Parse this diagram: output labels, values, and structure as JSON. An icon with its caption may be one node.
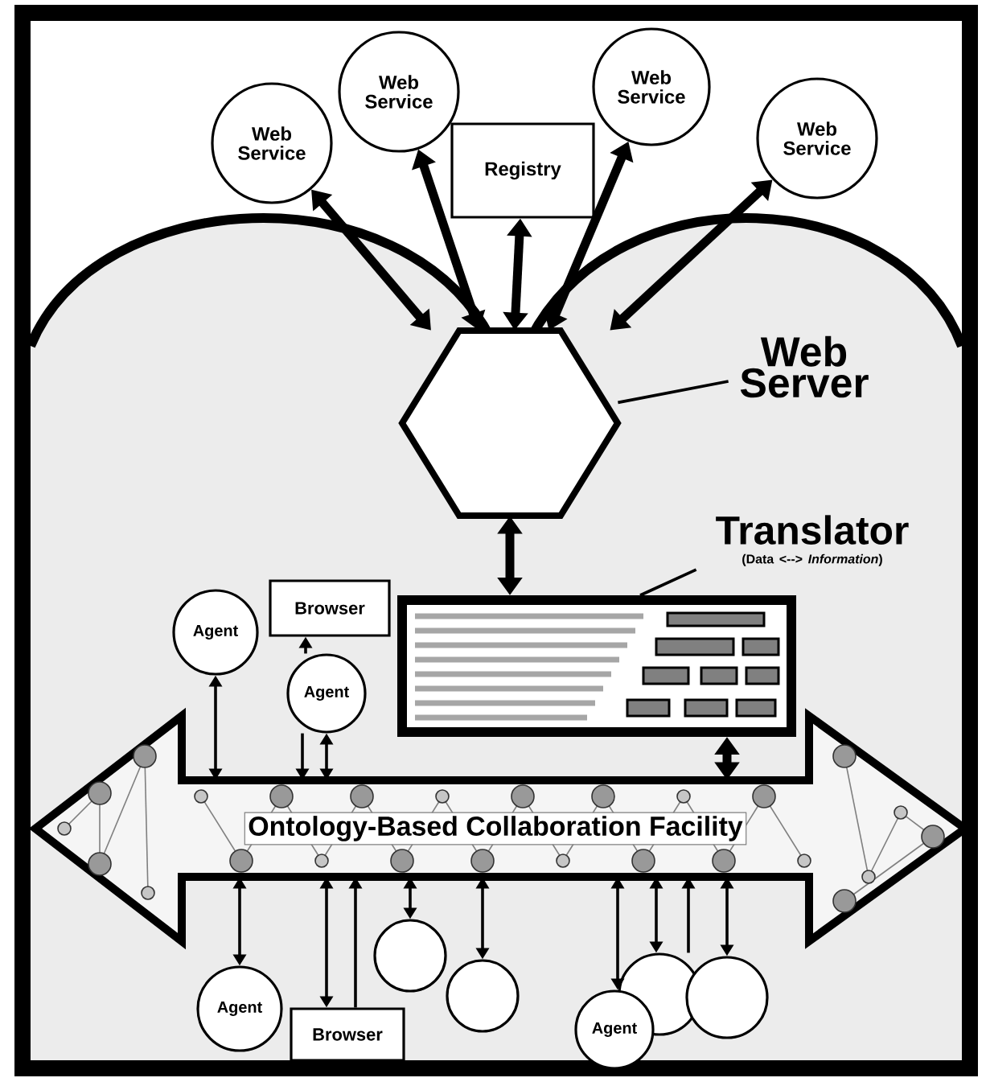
{
  "diagram": {
    "nodes": [
      {
        "text": [
          "Web Service"
        ]
      },
      {
        "text": [
          "Web Service"
        ]
      },
      {
        "text": [
          "Web Service"
        ]
      },
      {
        "text": [
          "Web Service"
        ]
      },
      {
        "text": [
          "Registry"
        ]
      },
      {
        "text": [],
        "shape": "hexagon"
      },
      {
        "text": [
          "Web Server"
        ]
      },
      {
        "text": [
          "Translator",
          "(Data <--> *Information*)"
        ]
      },
      {
        "text": [],
        "shape": "box"
      },
      {
        "text": [
          "Ontology-Based Collaboration Facility"
        ]
      },
      {
        "text": [
          "Agent"
        ]
      },
      {
        "text": [
          "Browser"
        ]
      },
      {
        "text": [
          "Agent"
        ]
      },
      {
        "text": [
          "Agent"
        ]
      },
      {
        "text": [
          "Browser"
        ]
      },
      {
        "text": [],
        "shape": "circle"
      },
      {
        "text": [],
        "shape": "circle"
      },
      {
        "text": [
          "Agent"
        ]
      },
      {
        "text": [],
        "shape": "circle"
      },
      {
        "text": [],
        "shape": "circle"
      }
    ],
    "edges": [
      {
        "from": 5,
        "to": 0,
        "arrow": "both",
        "style": "thick"
      },
      {
        "from": 5,
        "to": 1,
        "arrow": "both",
        "style": "thick"
      },
      {
        "from": 5,
        "to": 4,
        "arrow": "both",
        "style": "thick"
      },
      {
        "from": 5,
        "to": 2,
        "arrow": "both",
        "style": "thick"
      },
      {
        "from": 5,
        "to": 3,
        "arrow": "both",
        "style": "thick"
      },
      {
        "from": 6,
        "to": 5,
        "arrow": "none"
      },
      {
        "from": 5,
        "to": 8,
        "arrow": "both",
        "style": "thick"
      },
      {
        "from": 7,
        "to": 8,
        "arrow": "none"
      },
      {
        "from": 8,
        "to": 9,
        "arrow": "both",
        "style": "thick"
      },
      {
        "from": 10,
        "to": 9,
        "arrow": "both"
      },
      {
        "from": 12,
        "to": 11,
        "arrow": "to"
      },
      {
        "from": 12,
        "to": 9,
        "arrow": "to"
      },
      {
        "from": 12,
        "to": 9,
        "arrow": "both"
      },
      {
        "from": 9,
        "to": 13,
        "arrow": "both"
      },
      {
        "from": 9,
        "to": 14,
        "arrow": "both"
      },
      {
        "from": 14,
        "to": 9,
        "arrow": "to"
      },
      {
        "from": 9,
        "to": 15,
        "arrow": "both"
      },
      {
        "from": 9,
        "to": 16,
        "arrow": "both"
      },
      {
        "from": 9,
        "to": 17,
        "arrow": "both"
      },
      {
        "from": 9,
        "to": 18,
        "arrow": "both"
      },
      {
        "from": 18,
        "to": 9,
        "arrow": "to"
      },
      {
        "from": 9,
        "to": 19,
        "arrow": "both"
      }
    ]
  }
}
